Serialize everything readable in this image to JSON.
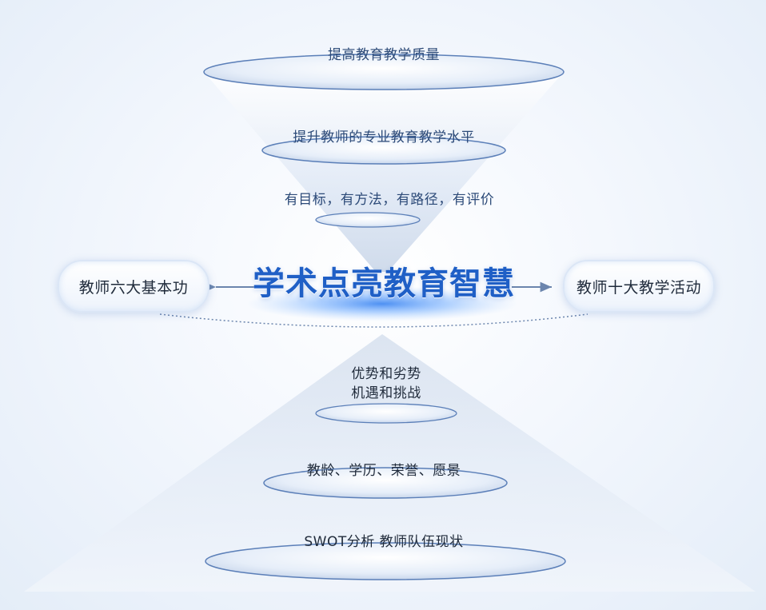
{
  "center_title": "学术点亮教育智慧",
  "left_node": "教师六大基本功",
  "right_node": "教师十大教学活动",
  "upper_levels": [
    "提高教育教学质量",
    "提升教师的专业教育教学水平",
    "有目标，有方法，有路径，有评价"
  ],
  "lower_levels": [
    "优势和劣势\n机遇和挑战",
    "教龄、学历、荣誉、愿景",
    "SWOT分析 教师队伍现状"
  ],
  "colors": {
    "title": "#1f5fc6",
    "upper_text": "#2c4a78",
    "lower_text": "#1f2a3a",
    "ellipse_stroke": "#5b7fb8"
  }
}
